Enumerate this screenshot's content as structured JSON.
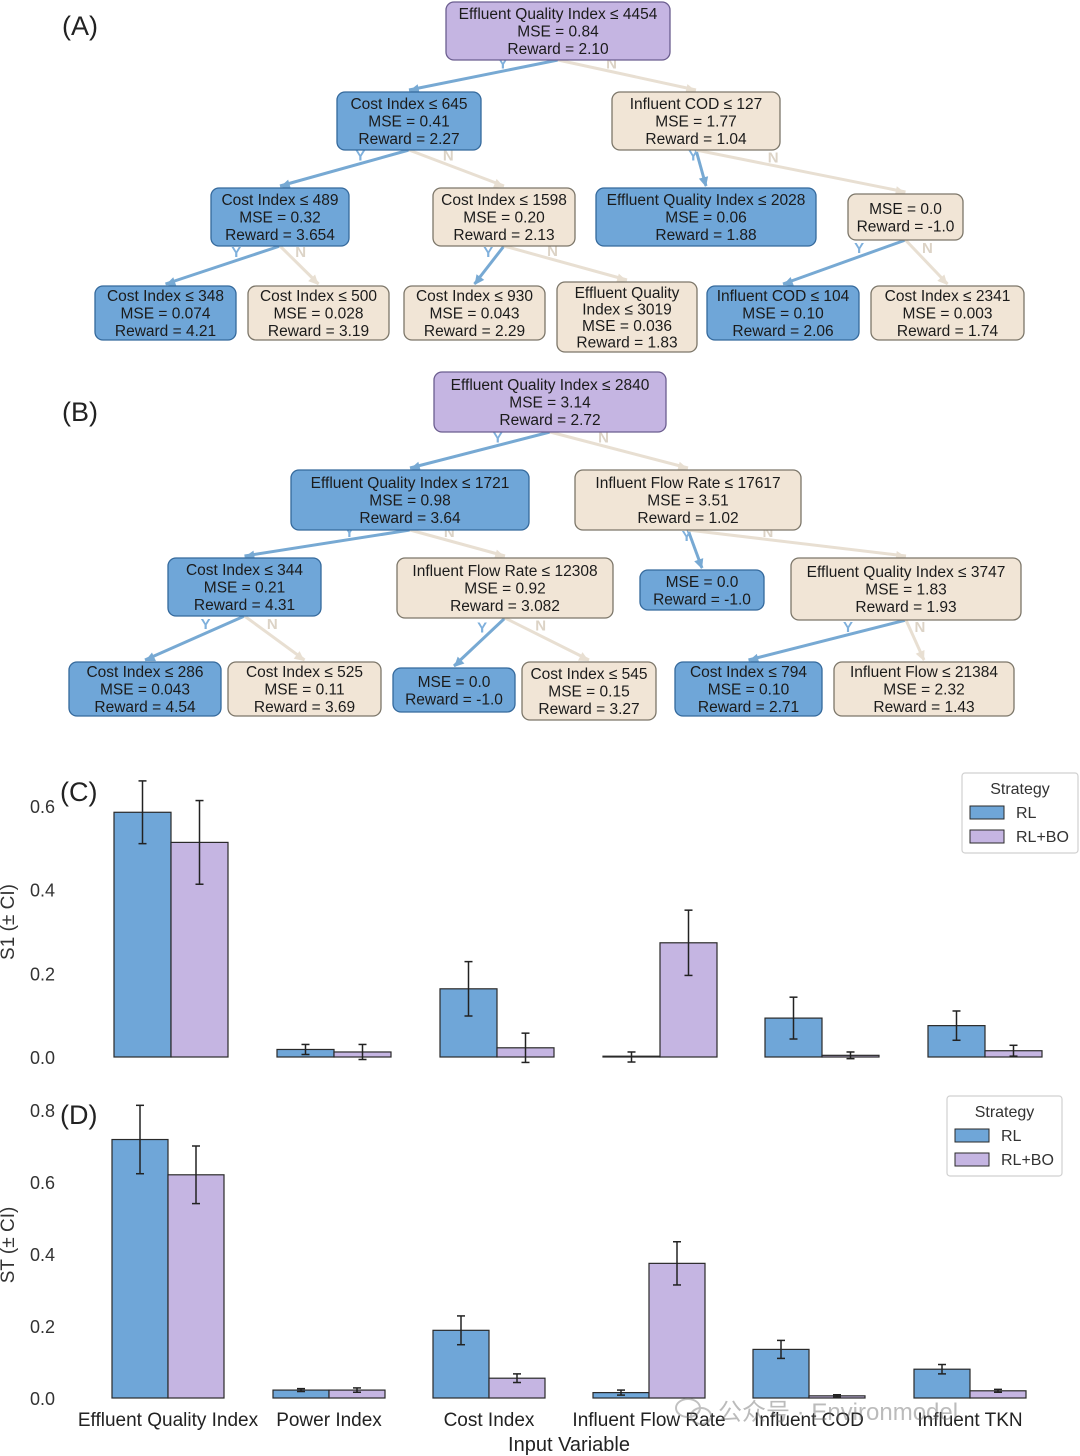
{
  "colors": {
    "blue": "#6fa6d8",
    "blue_border": "#34699c",
    "beige": "#f1e5d6",
    "beige_border": "#7c7669",
    "purple": "#c5b5e2",
    "purple_border": "#6b5d8f",
    "bar_rl": "#6fa6d8",
    "bar_rlbo": "#c5b5e2",
    "edge_y": "#77a9d3",
    "edge_n": "#e8dfd2"
  },
  "tree_a": {
    "panel_label": "(A)",
    "nodes": [
      {
        "id": "root",
        "lines": [
          "Effluent Quality Index ≤ 4454",
          "MSE = 0.84",
          "Reward = 2.10"
        ],
        "color": "purple"
      },
      {
        "id": "l",
        "lines": [
          "Cost Index ≤ 645",
          "MSE = 0.41",
          "Reward = 2.27"
        ],
        "color": "blue"
      },
      {
        "id": "r",
        "lines": [
          "Influent COD ≤ 127",
          "MSE = 1.77",
          "Reward = 1.04"
        ],
        "color": "beige"
      },
      {
        "id": "ll",
        "lines": [
          "Cost Index ≤ 489",
          "MSE = 0.32",
          "Reward = 3.654"
        ],
        "color": "blue"
      },
      {
        "id": "lr",
        "lines": [
          "Cost Index ≤ 1598",
          "MSE = 0.20",
          "Reward = 2.13"
        ],
        "color": "beige"
      },
      {
        "id": "rl",
        "lines": [
          "Effluent Quality Index ≤ 2028",
          "MSE = 0.06",
          "Reward = 1.88"
        ],
        "color": "blue"
      },
      {
        "id": "rr",
        "lines": [
          "MSE = 0.0",
          "Reward = -1.0"
        ],
        "color": "beige"
      },
      {
        "id": "lll",
        "lines": [
          "Cost Index ≤ 348",
          "MSE = 0.074",
          "Reward = 4.21"
        ],
        "color": "blue"
      },
      {
        "id": "llr",
        "lines": [
          "Cost Index ≤ 500",
          "MSE = 0.028",
          "Reward = 3.19"
        ],
        "color": "beige"
      },
      {
        "id": "lrl",
        "lines": [
          "Cost Index ≤ 930",
          "MSE = 0.043",
          "Reward = 2.29"
        ],
        "color": "beige"
      },
      {
        "id": "lrr",
        "lines": [
          "Effluent Quality",
          "Index ≤ 3019",
          "MSE = 0.036",
          "Reward = 1.83"
        ],
        "color": "beige"
      },
      {
        "id": "rrl",
        "lines": [
          "Influent COD ≤ 104",
          "MSE = 0.10",
          "Reward = 2.06"
        ],
        "color": "blue"
      },
      {
        "id": "rrr",
        "lines": [
          "Cost Index ≤ 2341",
          "MSE = 0.003",
          "Reward = 1.74"
        ],
        "color": "beige"
      }
    ],
    "edges": [
      {
        "from": "root",
        "to": "l",
        "label": "Y"
      },
      {
        "from": "root",
        "to": "r",
        "label": "N"
      },
      {
        "from": "l",
        "to": "ll",
        "label": "Y"
      },
      {
        "from": "l",
        "to": "lr",
        "label": "N"
      },
      {
        "from": "r",
        "to": "rl",
        "label": "Y"
      },
      {
        "from": "r",
        "to": "rr",
        "label": "N"
      },
      {
        "from": "ll",
        "to": "lll",
        "label": "Y"
      },
      {
        "from": "ll",
        "to": "llr",
        "label": "N"
      },
      {
        "from": "lr",
        "to": "lrl",
        "label": "Y"
      },
      {
        "from": "lr",
        "to": "lrr",
        "label": "N"
      },
      {
        "from": "rr",
        "to": "rrl",
        "label": "Y"
      },
      {
        "from": "rr",
        "to": "rrr",
        "label": "N"
      }
    ]
  },
  "tree_b": {
    "panel_label": "(B)",
    "nodes": [
      {
        "id": "root",
        "lines": [
          "Effluent Quality Index ≤ 2840",
          "MSE = 3.14",
          "Reward = 2.72"
        ],
        "color": "purple"
      },
      {
        "id": "l",
        "lines": [
          "Effluent Quality Index ≤ 1721",
          "MSE = 0.98",
          "Reward = 3.64"
        ],
        "color": "blue"
      },
      {
        "id": "r",
        "lines": [
          "Influent Flow Rate ≤ 17617",
          "MSE = 3.51",
          "Reward = 1.02"
        ],
        "color": "beige"
      },
      {
        "id": "ll",
        "lines": [
          "Cost Index ≤ 344",
          "MSE = 0.21",
          "Reward = 4.31"
        ],
        "color": "blue"
      },
      {
        "id": "lr",
        "lines": [
          "Influent Flow Rate ≤ 12308",
          "MSE = 0.92",
          "Reward = 3.082"
        ],
        "color": "beige"
      },
      {
        "id": "rl",
        "lines": [
          "MSE = 0.0",
          "Reward = -1.0"
        ],
        "color": "blue"
      },
      {
        "id": "rr",
        "lines": [
          "Effluent Quality Index ≤ 3747",
          "MSE = 1.83",
          "Reward = 1.93"
        ],
        "color": "beige"
      },
      {
        "id": "lll",
        "lines": [
          "Cost Index ≤ 286",
          "MSE = 0.043",
          "Reward = 4.54"
        ],
        "color": "blue"
      },
      {
        "id": "llr",
        "lines": [
          "Cost Index ≤ 525",
          "MSE = 0.11",
          "Reward = 3.69"
        ],
        "color": "beige"
      },
      {
        "id": "lrl",
        "lines": [
          "MSE = 0.0",
          "Reward = -1.0"
        ],
        "color": "blue"
      },
      {
        "id": "lrr",
        "lines": [
          "Cost Index ≤ 545",
          "MSE = 0.15",
          "Reward = 3.27"
        ],
        "color": "beige"
      },
      {
        "id": "rrl",
        "lines": [
          "Cost Index ≤ 794",
          "MSE = 0.10",
          "Reward = 2.71"
        ],
        "color": "blue"
      },
      {
        "id": "rrr",
        "lines": [
          "Influent Flow ≤ 21384",
          "MSE = 2.32",
          "Reward = 1.43"
        ],
        "color": "beige"
      }
    ],
    "edges": [
      {
        "from": "root",
        "to": "l",
        "label": "Y"
      },
      {
        "from": "root",
        "to": "r",
        "label": "N"
      },
      {
        "from": "l",
        "to": "ll",
        "label": "Y"
      },
      {
        "from": "l",
        "to": "lr",
        "label": "N"
      },
      {
        "from": "r",
        "to": "rl",
        "label": "Y"
      },
      {
        "from": "r",
        "to": "rr",
        "label": "N"
      },
      {
        "from": "ll",
        "to": "lll",
        "label": "Y"
      },
      {
        "from": "ll",
        "to": "llr",
        "label": "N"
      },
      {
        "from": "lr",
        "to": "lrl",
        "label": "Y"
      },
      {
        "from": "lr",
        "to": "lrr",
        "label": "N"
      },
      {
        "from": "rr",
        "to": "rrl",
        "label": "Y"
      },
      {
        "from": "rr",
        "to": "rrr",
        "label": "N"
      }
    ]
  },
  "chart_data": [
    {
      "panel_label": "(C)",
      "type": "bar",
      "ylabel": "S1 (± CI)",
      "xlabel": "",
      "ylim": [
        0,
        0.65
      ],
      "yticks": [
        0.0,
        0.2,
        0.4,
        0.6
      ],
      "show_xtick_labels": false,
      "categories": [
        "Effluent Quality Index",
        "Power Index",
        "Cost Index",
        "Influent Flow Rate",
        "Influent COD",
        "Influent TKN"
      ],
      "legend_title": "Strategy",
      "legend_position": "top-right",
      "series": [
        {
          "name": "RL",
          "values": [
            0.585,
            0.018,
            0.163,
            0.0,
            0.093,
            0.075
          ],
          "ci": [
            0.075,
            0.012,
            0.065,
            0.012,
            0.05,
            0.035
          ]
        },
        {
          "name": "RL+BO",
          "values": [
            0.513,
            0.012,
            0.022,
            0.273,
            0.004,
            0.015
          ],
          "ci": [
            0.1,
            0.018,
            0.035,
            0.078,
            0.008,
            0.013
          ]
        }
      ]
    },
    {
      "panel_label": "(D)",
      "type": "bar",
      "ylabel": "ST (± CI)",
      "xlabel": "Input Variable",
      "ylim": [
        0,
        0.82
      ],
      "yticks": [
        0.0,
        0.2,
        0.4,
        0.6,
        0.8
      ],
      "show_xtick_labels": true,
      "categories": [
        "Effluent Quality Index",
        "Power Index",
        "Cost Index",
        "Influent Flow Rate",
        "Influent COD",
        "Influent TKN"
      ],
      "legend_title": "Strategy",
      "legend_position": "top-right",
      "series": [
        {
          "name": "RL",
          "values": [
            0.718,
            0.022,
            0.188,
            0.015,
            0.135,
            0.08
          ],
          "ci": [
            0.095,
            0.004,
            0.04,
            0.007,
            0.025,
            0.013
          ]
        },
        {
          "name": "RL+BO",
          "values": [
            0.62,
            0.022,
            0.055,
            0.374,
            0.006,
            0.02
          ],
          "ci": [
            0.08,
            0.006,
            0.012,
            0.06,
            0.003,
            0.004
          ]
        }
      ]
    }
  ],
  "watermark": {
    "text": "公众号 · Environmodel",
    "icon": "wechat-icon"
  }
}
